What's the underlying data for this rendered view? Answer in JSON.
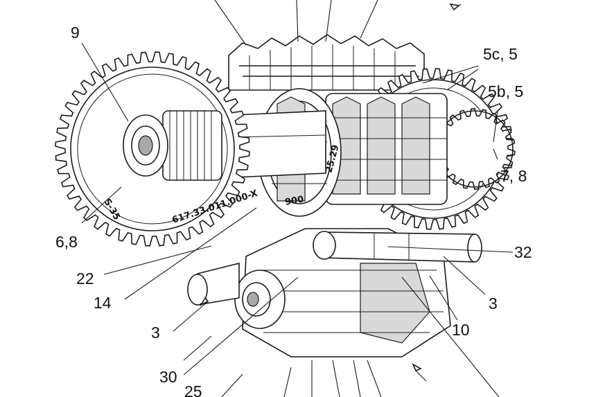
{
  "labels": {
    "l9": "9",
    "l5c": "5c, 5",
    "l5b": "5b, 5",
    "l78": "7, 8",
    "l68": "6,8",
    "l32": "32",
    "l22": "22",
    "l14": "14",
    "l3a": "3",
    "l3b": "3",
    "l10": "10",
    "l30": "30",
    "l25": "25"
  },
  "gear_markings": {
    "part_number": "617.33.011.000-X",
    "code": "S-35",
    "ring_mark_1": "900",
    "ring_mark_2": "25.29"
  }
}
